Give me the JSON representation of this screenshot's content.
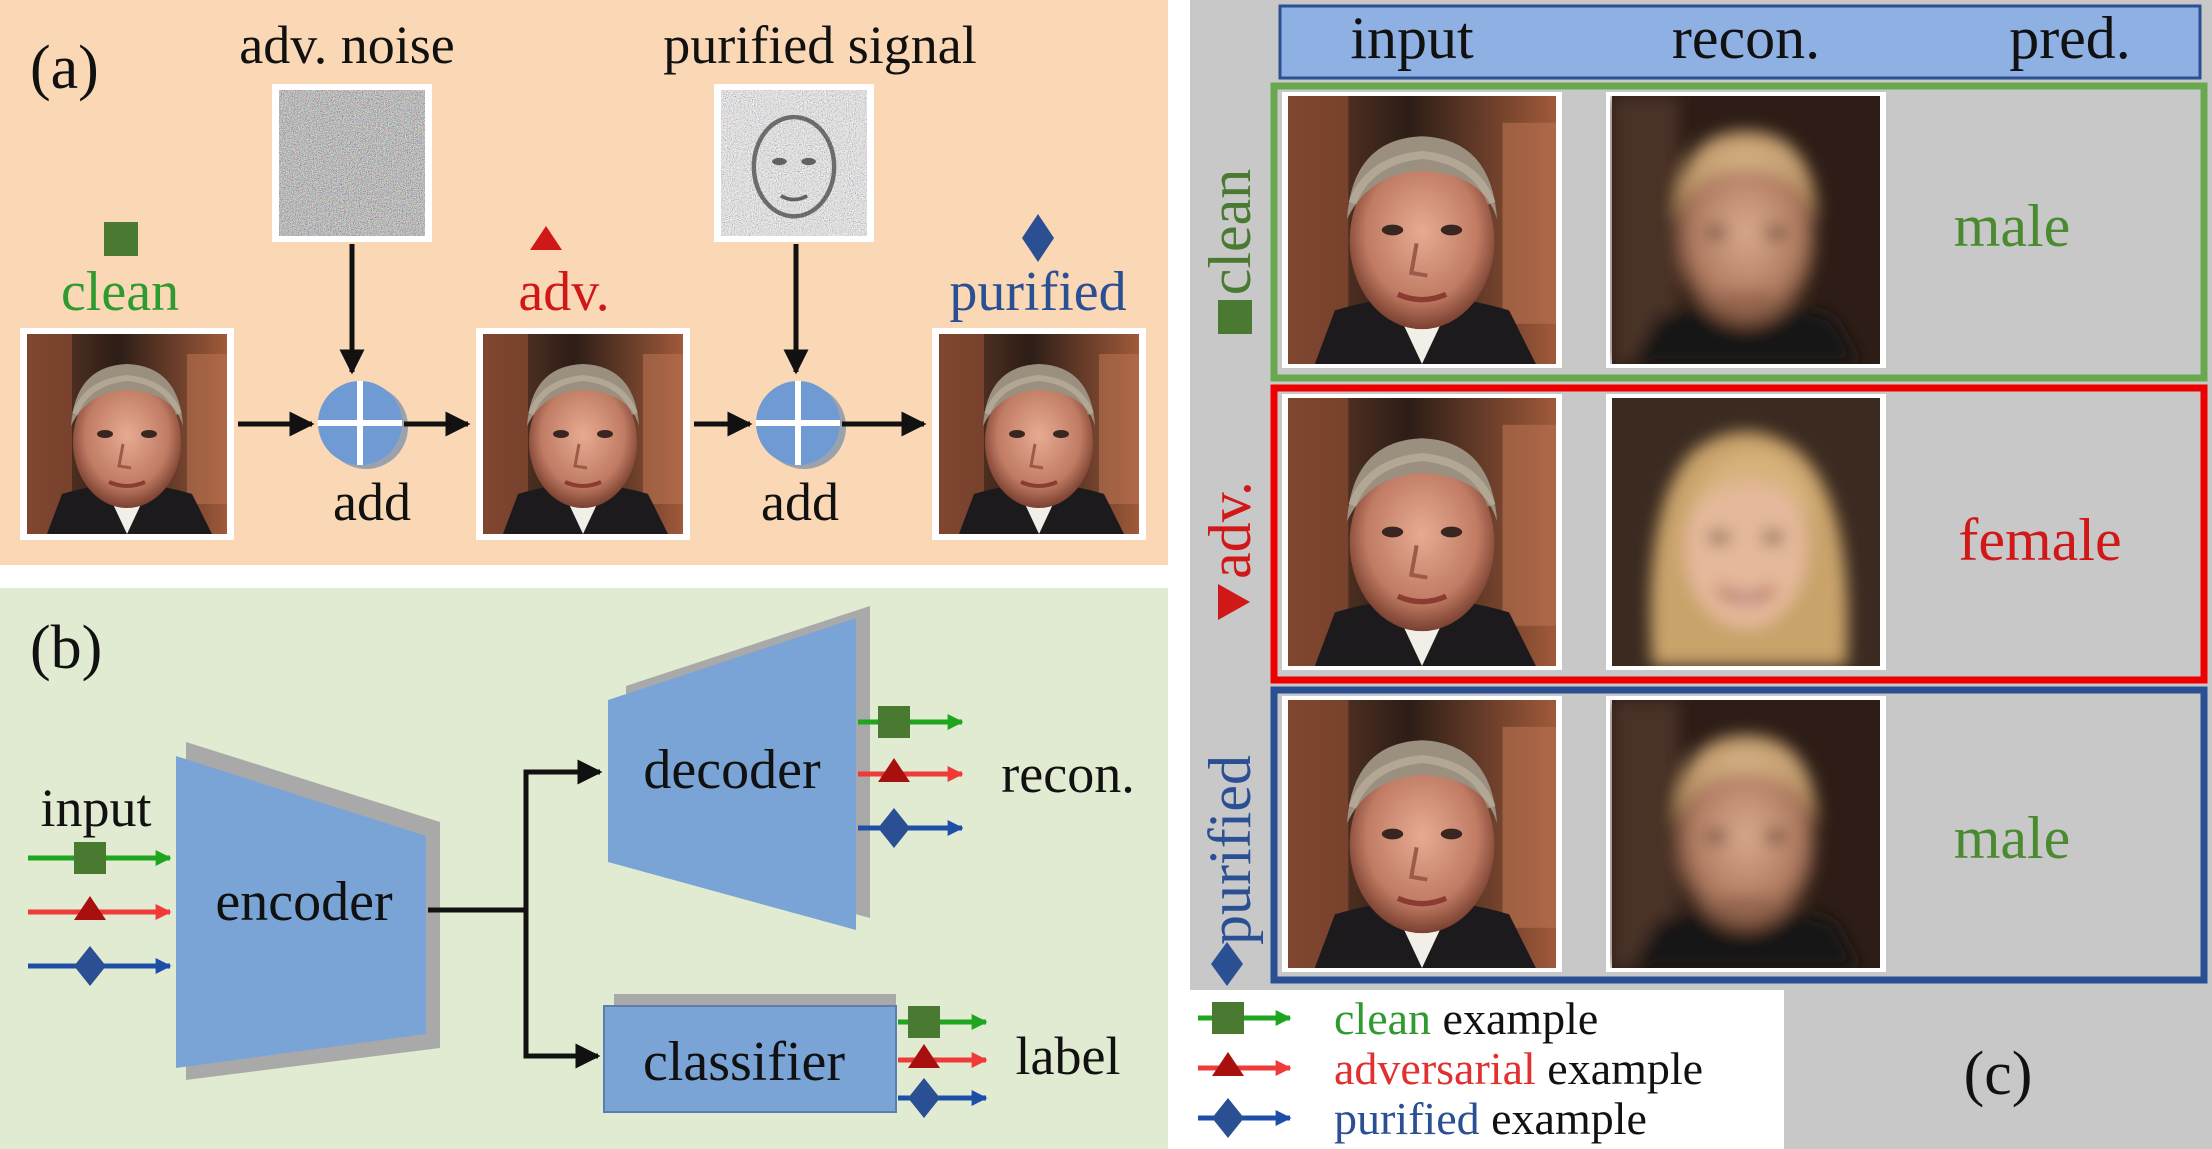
{
  "panel_a": {
    "label": "(a)",
    "noise_title": "adv. noise",
    "purified_title": "purified signal",
    "clean_label": "clean",
    "adv_label": "adv.",
    "purified_label": "purified",
    "add_label": "add"
  },
  "panel_b": {
    "label": "(b)",
    "input_label": "input",
    "encoder_label": "encoder",
    "decoder_label": "decoder",
    "classifier_label": "classifier",
    "recon_label": "recon.",
    "output_label": "label"
  },
  "panel_c": {
    "label": "(c)",
    "headers": [
      "input",
      "recon.",
      "pred."
    ],
    "rows": [
      {
        "name": "clean",
        "pred": "male"
      },
      {
        "name": "adv.",
        "pred": "female"
      },
      {
        "name": "purified",
        "pred": "male"
      }
    ]
  },
  "legend": {
    "items": [
      {
        "word": "clean",
        "suffix": " example"
      },
      {
        "word": "adversarial",
        "suffix": " example"
      },
      {
        "word": "purified",
        "suffix": " example"
      }
    ]
  },
  "colors": {
    "clean": "#4a7a31",
    "clean_text": "#2f9a2f",
    "adv": "#d01818",
    "purified": "#2b4f93",
    "panel_a_bg": "#fbd8b5",
    "panel_b_bg": "#e1ebd1",
    "panel_c_bg": "#c8c8c8",
    "block": "#7aa4d6",
    "header": "#8eb0e3"
  }
}
